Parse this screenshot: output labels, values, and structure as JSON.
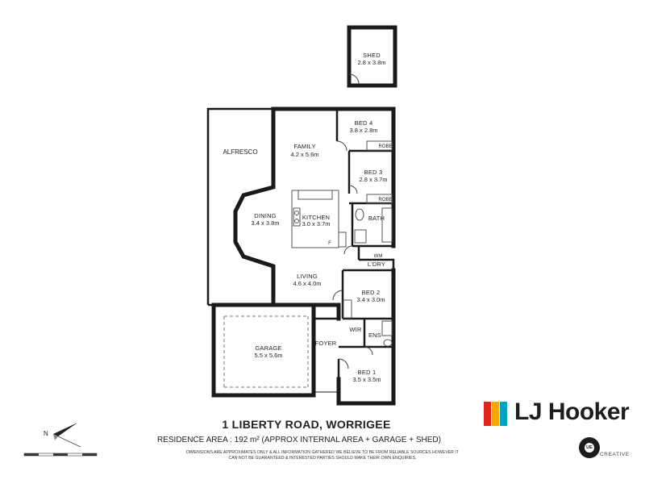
{
  "rooms": {
    "shed": {
      "name": "SHED",
      "dims": "2.8 x 3.8m"
    },
    "bed4": {
      "name": "BED 4",
      "dims": "3.8 x 2.8m"
    },
    "family": {
      "name": "FAMILY",
      "dims": "4.2 x 5.6m"
    },
    "bed3": {
      "name": "BED 3",
      "dims": "2.8 x 3.7m"
    },
    "alfresco": {
      "name": "ALFRESCO"
    },
    "dining": {
      "name": "DINING",
      "dims": "3.4 x 3.8m"
    },
    "kitchen": {
      "name": "KITCHEN",
      "dims": "3.0 x 3.7m"
    },
    "bath": {
      "name": "BATH"
    },
    "laundry": {
      "name": "L'DRY"
    },
    "living": {
      "name": "LIVING",
      "dims": "4.6 x 4.0m"
    },
    "bed2": {
      "name": "BED 2",
      "dims": "3.4 x 3.0m"
    },
    "garage": {
      "name": "GARAGE",
      "dims": "5.5 x 5.6m"
    },
    "foyer": {
      "name": "FOYER"
    },
    "wir": {
      "name": "WIR"
    },
    "ens": {
      "name": "ENS"
    },
    "bed1": {
      "name": "BED 1",
      "dims": "3.5 x 3.5m"
    }
  },
  "fixture_labels": {
    "robe": "ROBE",
    "fridge": "F",
    "washing_machine": "WM"
  },
  "address": "1 LIBERTY ROAD, WORRIGEE",
  "residence_area": "RESIDENCE AREA : 192 m²  (APPROX INTERNAL AREA + GARAGE + SHED)",
  "disclaimer": "Dimensions are approximates only & all information gathered we believe to be from reliable sources however it can not be guaranteed & interested parties should make their own enquiries.",
  "compass_label": "N",
  "brand": {
    "name": "LJ Hooker",
    "tile_colors": [
      "#e2231a",
      "#f7a700",
      "#00a3c4"
    ]
  },
  "creative": {
    "mark": "UE",
    "label": "CREATIVE"
  }
}
